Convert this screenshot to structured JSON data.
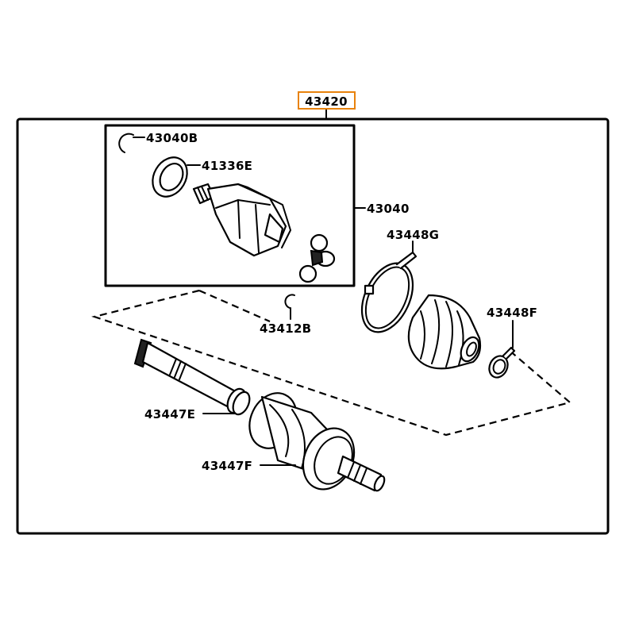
{
  "assembly": {
    "label": "43420",
    "highlight_color": "#e8820c"
  },
  "callouts": {
    "snap_ring_inner": "43040B",
    "dust_seal": "41336E",
    "inboard_joint": "43040",
    "boot_clamp_large": "43448G",
    "boot_clamp_small": "43448F",
    "snap_ring": "43412B",
    "boot_clamp_e": "43447E",
    "boot_clamp_f": "43447F"
  }
}
